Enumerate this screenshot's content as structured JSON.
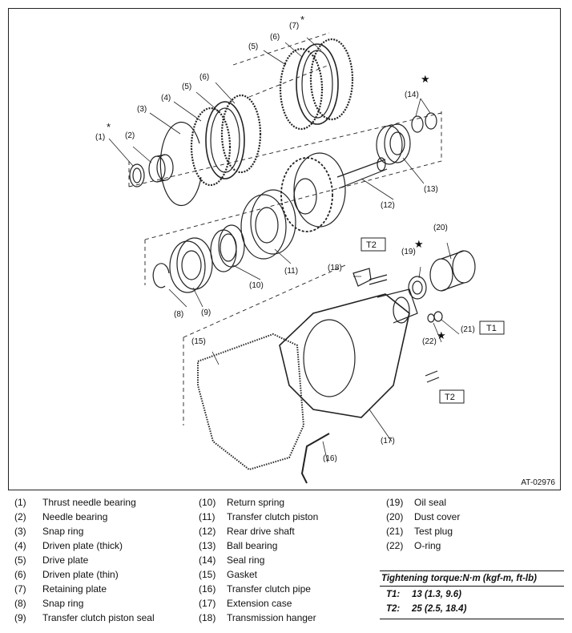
{
  "figure_id": "AT-02976",
  "callouts": [
    "(1)",
    "(2)",
    "(3)",
    "(4)",
    "(5)",
    "(6)",
    "(5)",
    "(6)",
    "(7)",
    "(14)",
    "(13)",
    "(12)",
    "(11)",
    "(10)",
    "(9)",
    "(8)",
    "(20)",
    "(19)",
    "(18)",
    "(21)",
    "(22)",
    "(15)",
    "(16)",
    "(17)"
  ],
  "torque_boxes": [
    "T2",
    "T1",
    "T2"
  ],
  "legend": {
    "col1": [
      {
        "num": "(1)",
        "name": "Thrust needle bearing"
      },
      {
        "num": "(2)",
        "name": "Needle bearing"
      },
      {
        "num": "(3)",
        "name": "Snap ring"
      },
      {
        "num": "(4)",
        "name": "Driven plate (thick)"
      },
      {
        "num": "(5)",
        "name": "Drive plate"
      },
      {
        "num": "(6)",
        "name": "Driven plate (thin)"
      },
      {
        "num": "(7)",
        "name": "Retaining plate"
      },
      {
        "num": "(8)",
        "name": "Snap ring"
      },
      {
        "num": "(9)",
        "name": "Transfer clutch piston seal"
      }
    ],
    "col2": [
      {
        "num": "(10)",
        "name": "Return spring"
      },
      {
        "num": "(11)",
        "name": "Transfer clutch piston"
      },
      {
        "num": "(12)",
        "name": "Rear drive shaft"
      },
      {
        "num": "(13)",
        "name": "Ball bearing"
      },
      {
        "num": "(14)",
        "name": "Seal ring"
      },
      {
        "num": "(15)",
        "name": "Gasket"
      },
      {
        "num": "(16)",
        "name": "Transfer clutch pipe"
      },
      {
        "num": "(17)",
        "name": "Extension case"
      },
      {
        "num": "(18)",
        "name": "Transmission hanger"
      }
    ],
    "col3": [
      {
        "num": "(19)",
        "name": "Oil seal"
      },
      {
        "num": "(20)",
        "name": "Dust cover"
      },
      {
        "num": "(21)",
        "name": "Test plug"
      },
      {
        "num": "(22)",
        "name": "O-ring"
      }
    ]
  },
  "torque": {
    "header": "Tightening torque:N·m (kgf-m, ft-lb)",
    "rows": [
      {
        "key": "T1:",
        "value": "13 (1.3, 9.6)"
      },
      {
        "key": "T2:",
        "value": "25 (2.5, 18.4)"
      }
    ]
  }
}
